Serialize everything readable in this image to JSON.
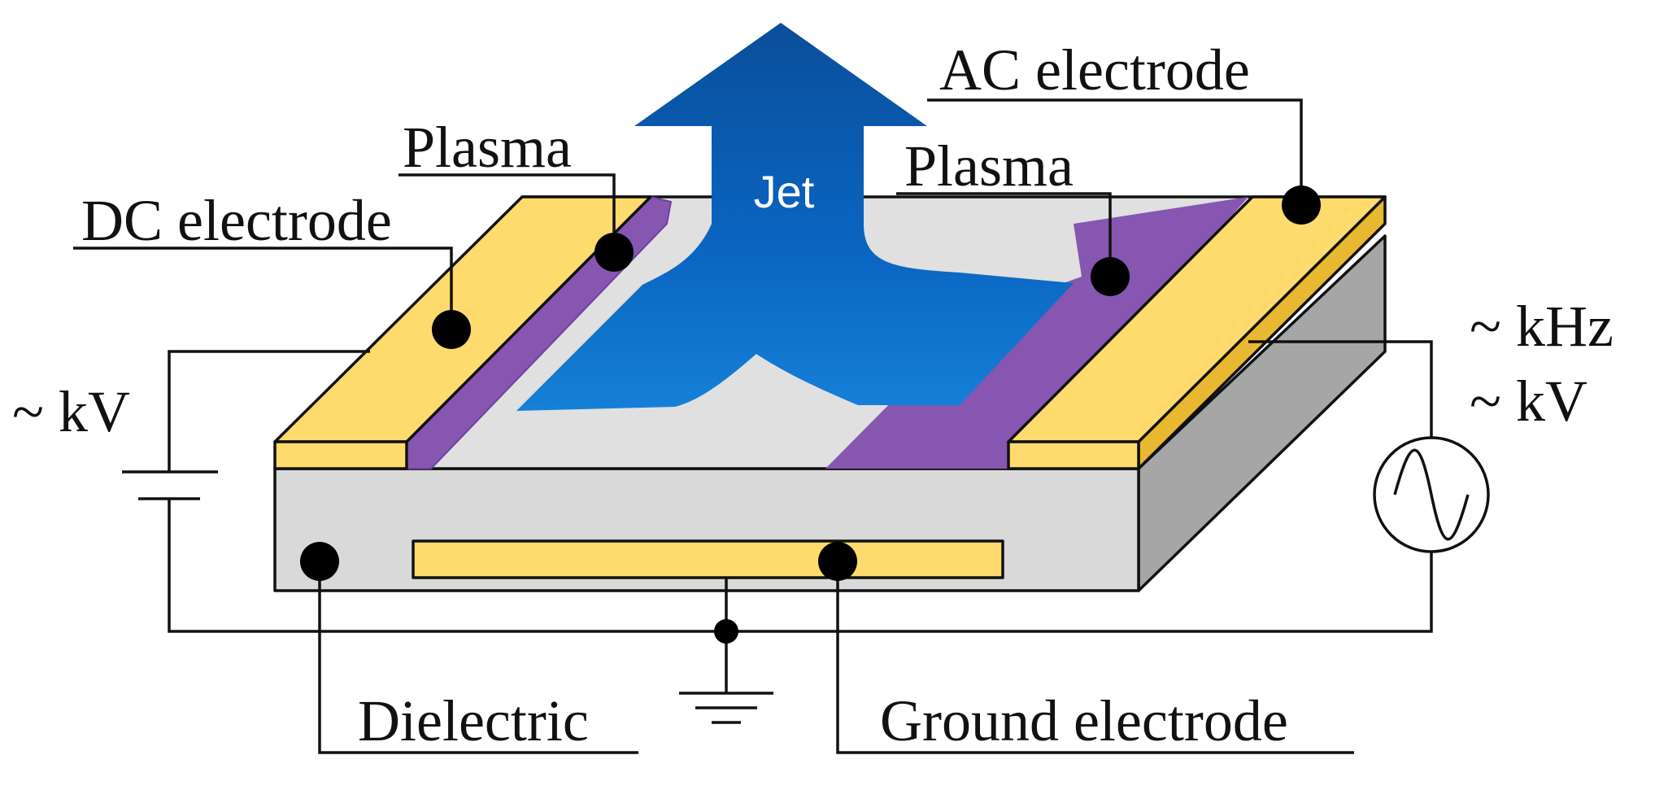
{
  "labels": {
    "ac_electrode": "AC electrode",
    "plasma_left": "Plasma",
    "plasma_right": "Plasma",
    "dc_electrode": "DC electrode",
    "jet": "Jet",
    "dc_voltage": "~ kV",
    "ac_frequency": "~ kHz",
    "ac_voltage": "~ kV",
    "dielectric": "Dielectric",
    "ground_electrode": "Ground electrode"
  },
  "colors": {
    "electrode": "#FFDB6E",
    "electrode_side": "#E8B830",
    "plasma": "#8656B0",
    "dielectric_top": "#E0E0E0",
    "dielectric_front": "#D9D9D9",
    "dielectric_side": "#A6A6A6",
    "jet": "#0A66C2"
  },
  "icons": {
    "dc_source": "battery-symbol-icon",
    "ac_source": "ac-source-icon",
    "ground": "ground-symbol-icon"
  }
}
